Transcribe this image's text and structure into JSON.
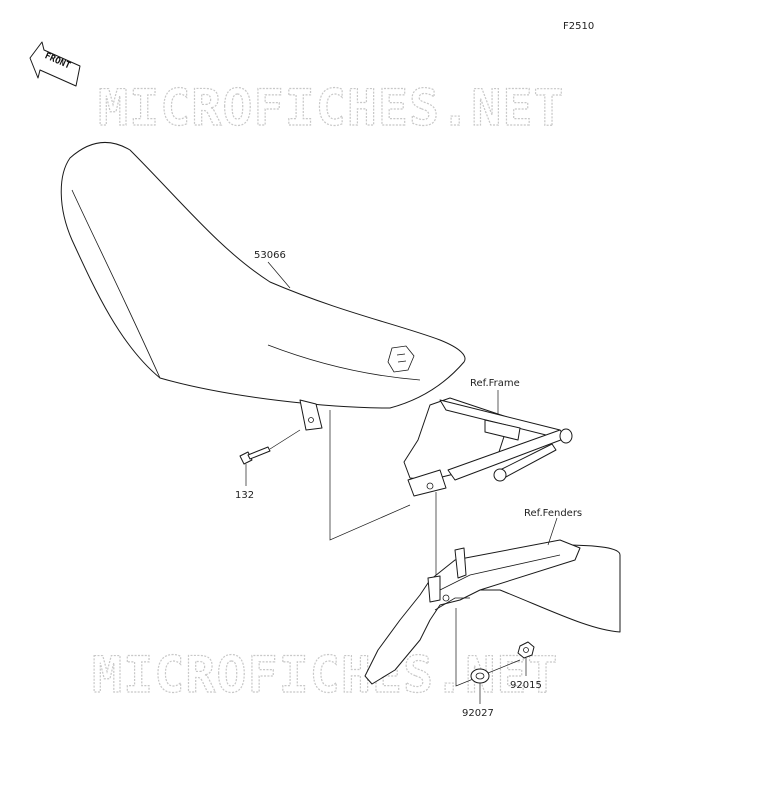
{
  "diagram_code": "F2510",
  "front_label": "FRONT",
  "watermark": "MICROFICHES.NET",
  "parts": {
    "seat": "53066",
    "bolt": "132",
    "nut": "92015",
    "washer": "92027"
  },
  "refs": {
    "frame": "Ref.Frame",
    "fenders": "Ref.Fenders"
  }
}
